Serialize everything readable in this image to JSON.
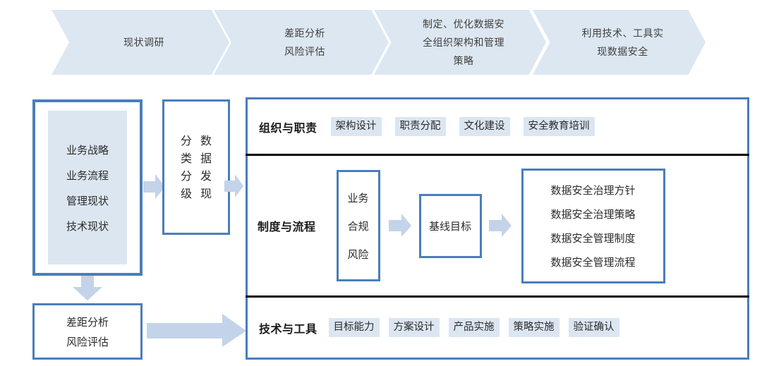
{
  "colors": {
    "accent_border": "#4a7ebb",
    "light_fill": "#dce6f1",
    "chevron_fill": "#dde7f1",
    "arrow_fill": "#c3d3e9",
    "separator": "#000000",
    "text": "#2b2b2b"
  },
  "process_band": {
    "steps": [
      {
        "label": "现状调研"
      },
      {
        "label": "差距分析\n风险评估"
      },
      {
        "label": "制定、优化数据安\n全组织架构和管理\n策略"
      },
      {
        "label": "利用技术、工具实\n现数据安全"
      }
    ]
  },
  "left_column": {
    "current_state": {
      "lines": [
        "业务战略",
        "业务流程",
        "管理现状",
        "技术现状"
      ]
    },
    "gap_analysis": {
      "lines": [
        "差距分析",
        "风险评估"
      ]
    }
  },
  "classification": {
    "col_left": [
      "分",
      "类",
      "分",
      "级"
    ],
    "col_right": [
      "数",
      "据",
      "发",
      "现"
    ]
  },
  "main_panel": {
    "rows": [
      {
        "label": "组织与职责",
        "tags": [
          "架构设计",
          "职责分配",
          "文化建设",
          "安全教育培训"
        ]
      },
      {
        "label": "制度与流程",
        "inputs": [
          "业务",
          "合规",
          "风险"
        ],
        "baseline": "基线目标",
        "outputs": [
          "数据安全治理方针",
          "数据安全治理策略",
          "数据安全管理制度",
          "数据安全管理流程"
        ]
      },
      {
        "label": "技术与工具",
        "tags": [
          "目标能力",
          "方案设计",
          "产品实施",
          "策略实施",
          "验证确认"
        ]
      }
    ]
  }
}
